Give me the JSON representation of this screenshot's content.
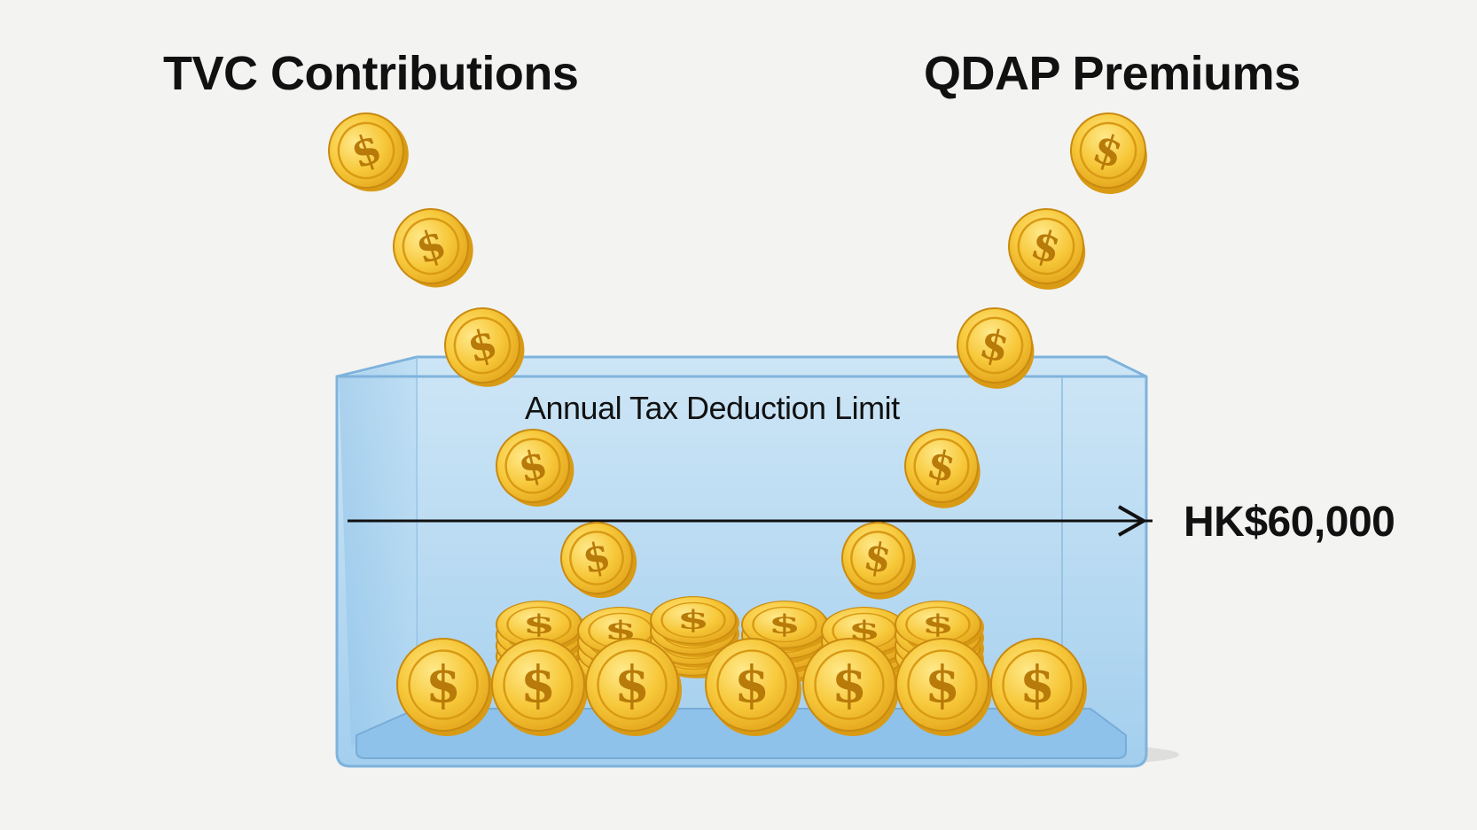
{
  "diagram": {
    "left_source_label": "TVC Contributions",
    "right_source_label": "QDAP Premiums",
    "container_label": "Annual Tax Deduction Limit",
    "limit_value": "HK$60,000",
    "coin_symbol": "$",
    "icons": [
      "coin-icon",
      "arrow-right-icon"
    ],
    "colors": {
      "coin_gold": "#f4c22e",
      "coin_edge": "#d99a14",
      "container_blue": "#a9d2ef",
      "container_edge": "#7fb3dc",
      "text": "#111111"
    }
  }
}
